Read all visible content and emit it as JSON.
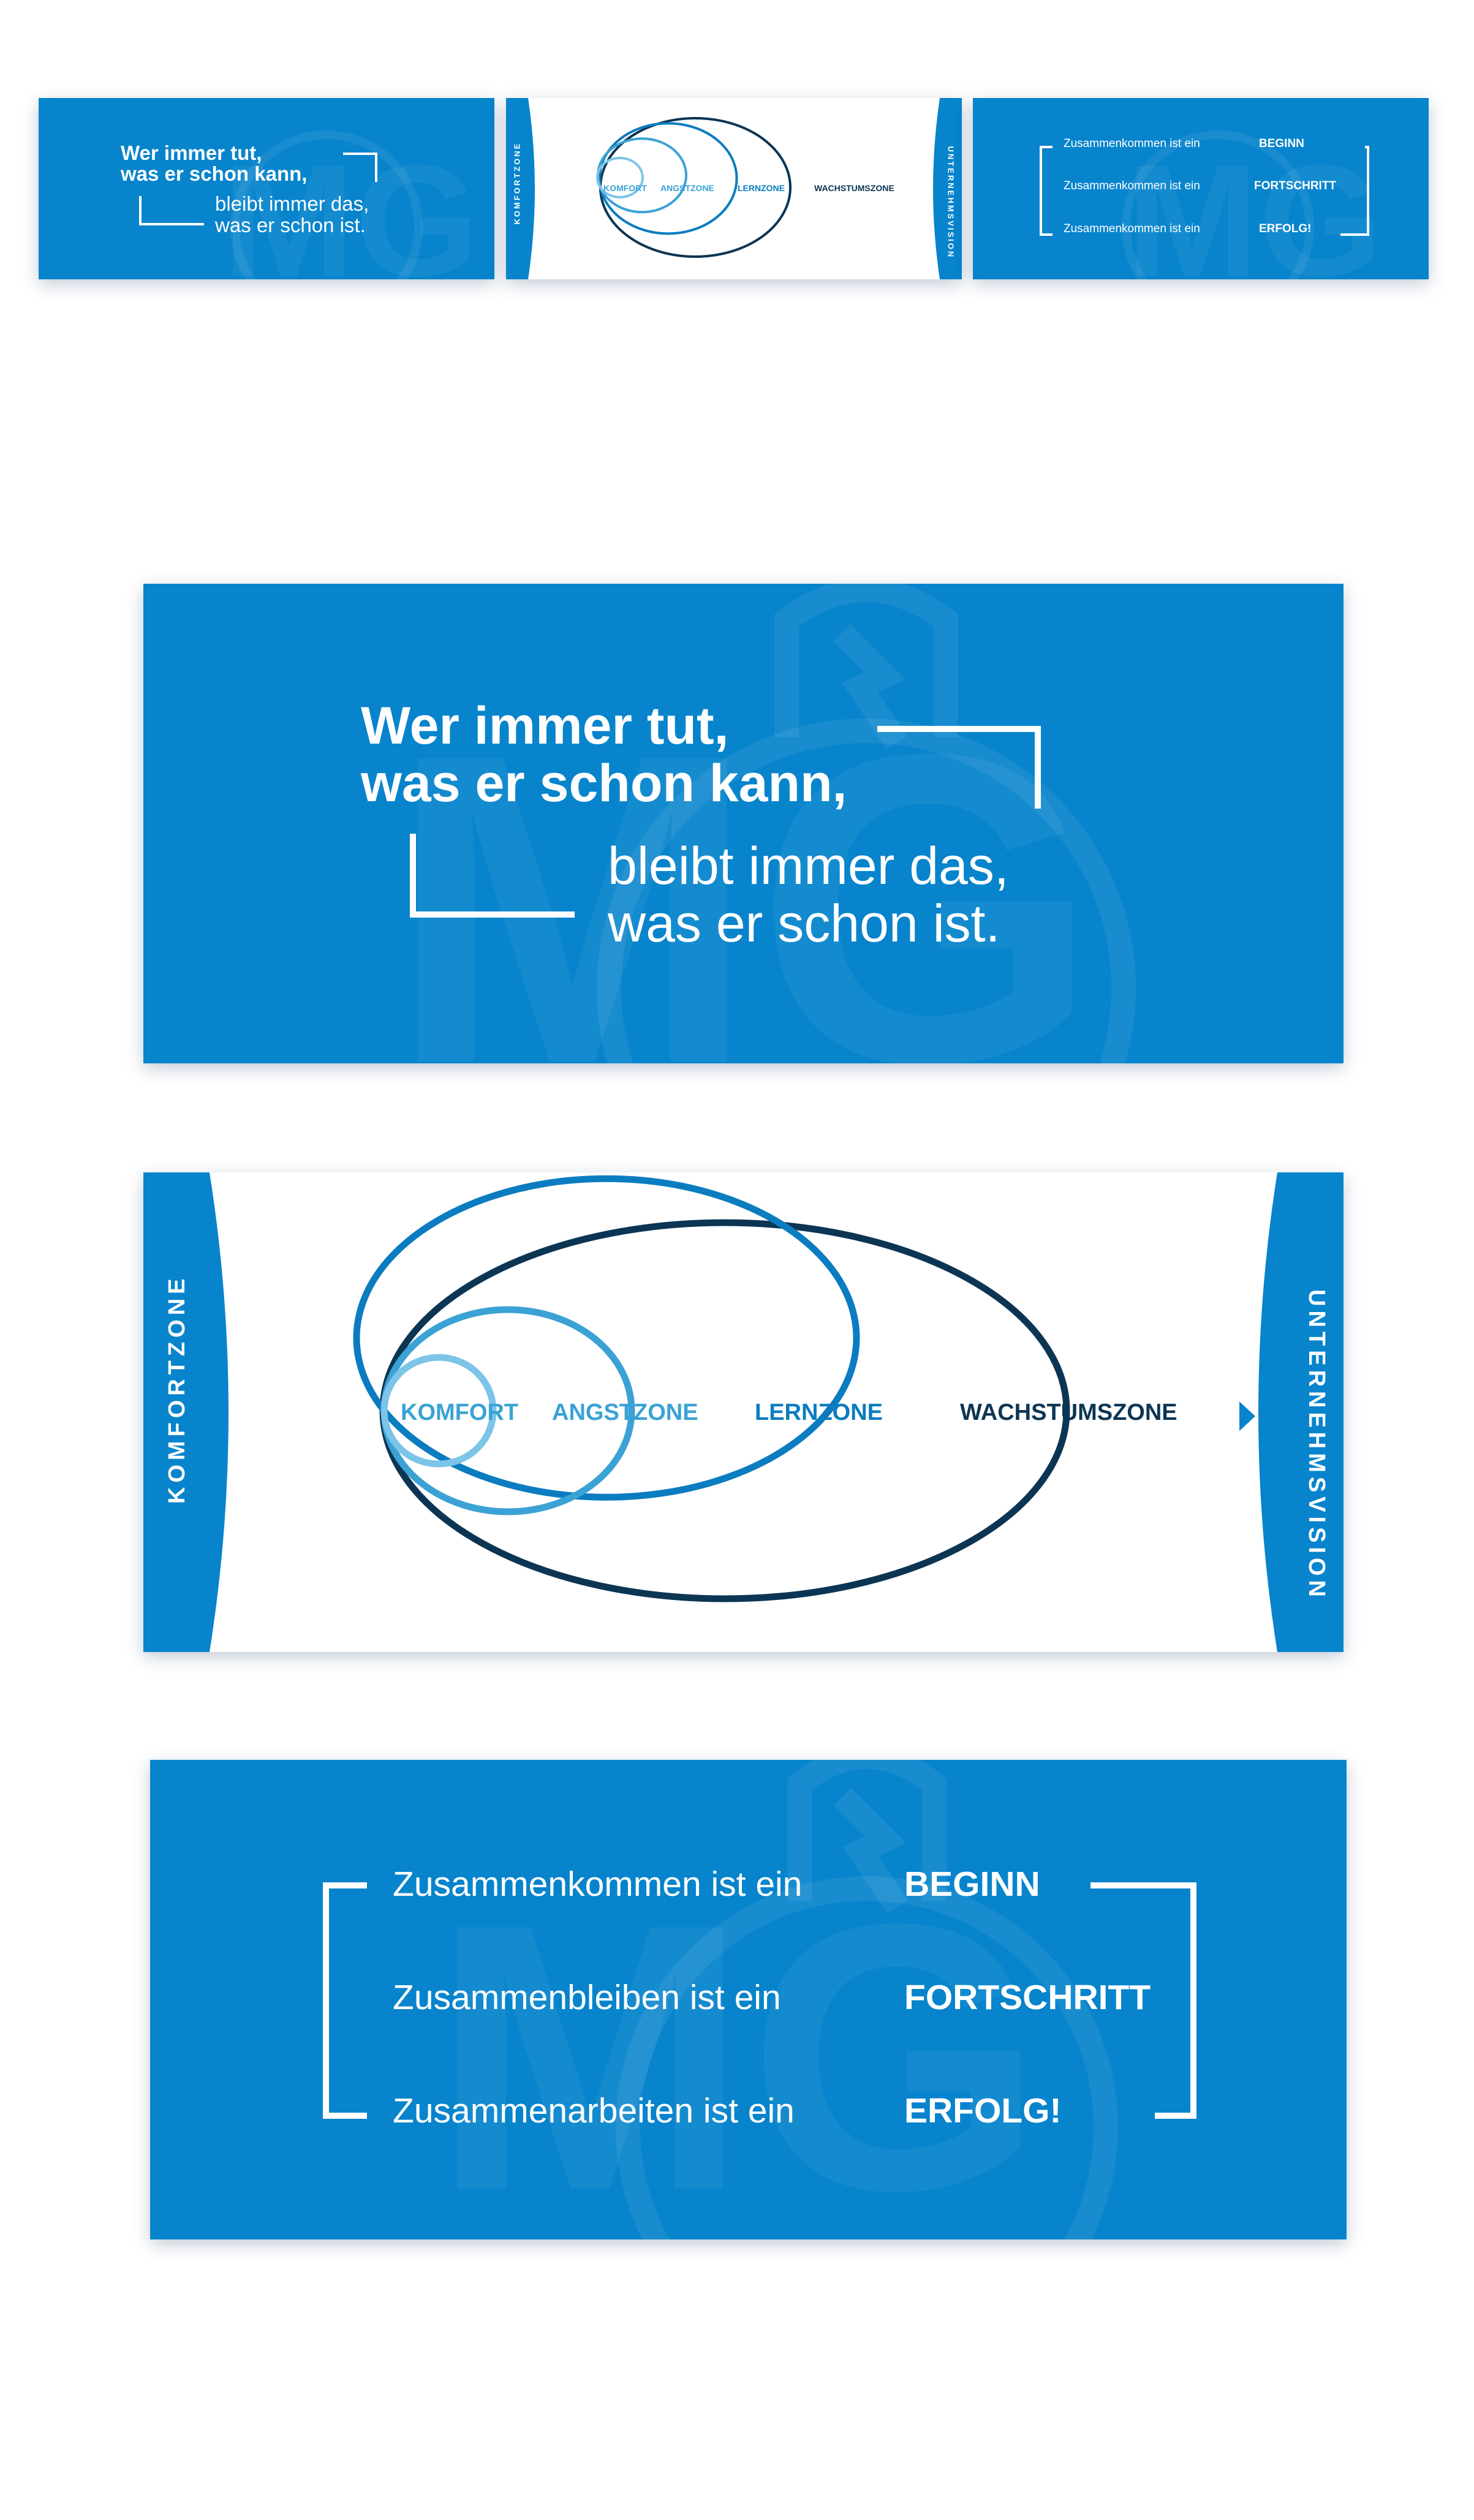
{
  "banner_quote": {
    "line1": "Wer immer tut,",
    "line2": "was er schon kann,",
    "line3": "bleibt immer das,",
    "line4": "was er schon ist."
  },
  "banner_zones": {
    "left_label": "KOMFORTZONE",
    "right_label": "UNTERNEHMSVISION",
    "zones": [
      "KOMFORT",
      "ANGSTZONE",
      "LERNZONE",
      "WACHSTUMSZONE"
    ]
  },
  "banner_motto": {
    "rows": [
      {
        "prefix": "Zusammenkommen ist ein",
        "highlight": "BEGINN"
      },
      {
        "prefix": "Zusammenbleiben ist ein",
        "highlight": "FORTSCHRITT"
      },
      {
        "prefix": "Zusammenarbeiten ist ein",
        "highlight": "ERFOLG!"
      }
    ],
    "thumb_rows": [
      {
        "prefix": "Zusammenkommen ist ein",
        "highlight": "BEGINN"
      },
      {
        "prefix": "Zusammenkommen ist ein",
        "highlight": "FORTSCHRITT"
      },
      {
        "prefix": "Zusammenkommen ist ein",
        "highlight": "ERFOLG!"
      }
    ]
  },
  "watermark_text": "MG",
  "colors": {
    "banner_blue": "#0784cc",
    "komfort": "#7cc4e8",
    "angst": "#3aa2d4",
    "lern": "#0b7cc0",
    "wachstum": "#0c3554"
  }
}
